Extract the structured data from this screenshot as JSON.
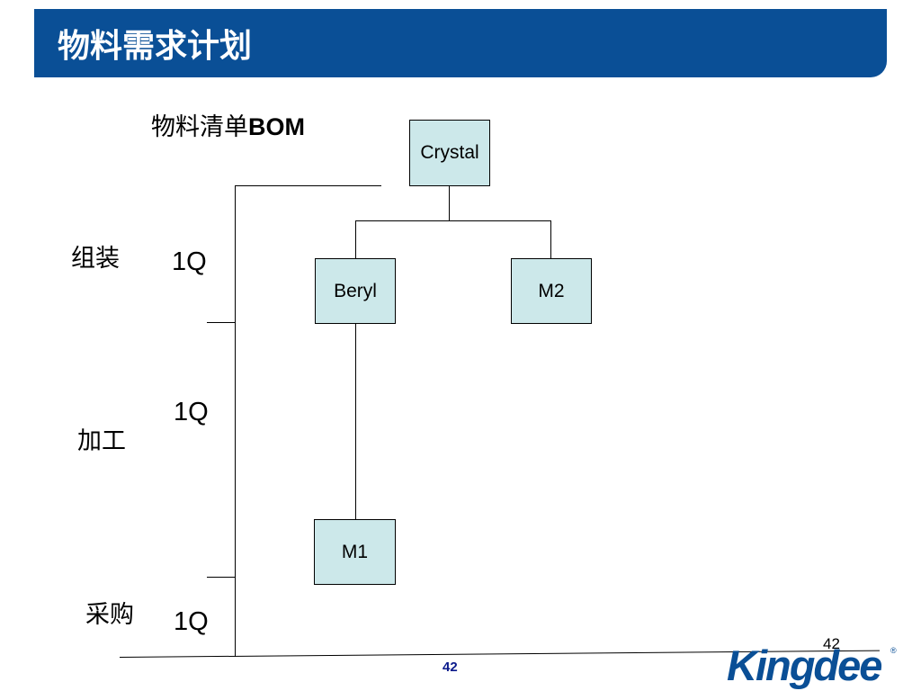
{
  "slide": {
    "title": "物料需求计划",
    "subtitle_cn": "物料清单",
    "subtitle_en": "BOM",
    "slide_number": "42",
    "page_number": "42",
    "logo_text": "Kingdee",
    "logo_mark": "®"
  },
  "stages": [
    {
      "label": "组装",
      "qty": "1Q"
    },
    {
      "label": "加工",
      "qty": "1Q"
    },
    {
      "label": "采购",
      "qty": "1Q"
    }
  ],
  "bom": {
    "nodes": [
      {
        "id": "crystal",
        "label": "Crystal"
      },
      {
        "id": "beryl",
        "label": "Beryl"
      },
      {
        "id": "m2",
        "label": "M2"
      },
      {
        "id": "m1",
        "label": "M1"
      }
    ],
    "edges": [
      {
        "from": "Crystal",
        "to": "Beryl"
      },
      {
        "from": "Crystal",
        "to": "M2"
      },
      {
        "from": "Beryl",
        "to": "M1"
      }
    ]
  },
  "colors": {
    "title_bar": "#0a4f96",
    "node_fill": "#cce8ea",
    "page_number": "#0a1a8c"
  }
}
